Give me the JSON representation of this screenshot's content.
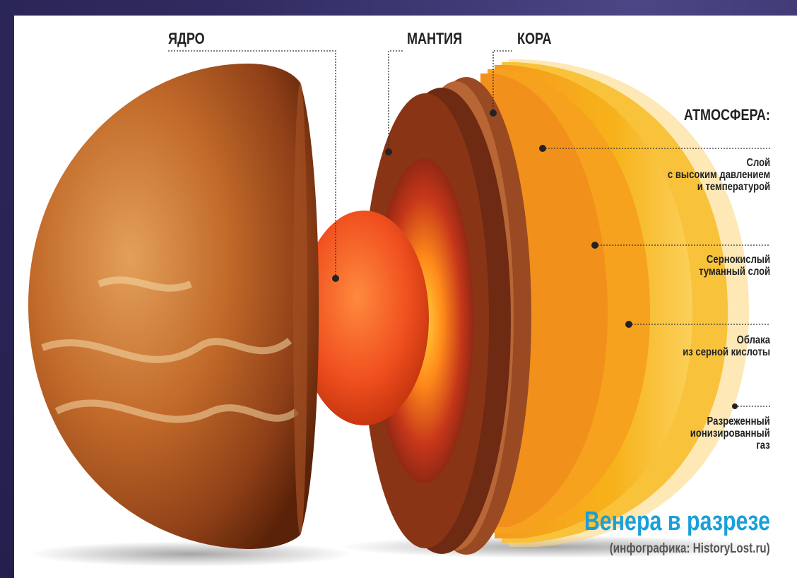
{
  "labels": {
    "core": "ЯДРО",
    "mantle": "МАНТИЯ",
    "crust": "КОРА",
    "atmosphere": "АТМОСФЕРА:"
  },
  "atmosphere_layers": [
    {
      "line1": "Слой",
      "line2": "с высоким давлением",
      "line3": "и температурой"
    },
    {
      "line1": "Сернокислый",
      "line2": "туманный слой"
    },
    {
      "line1": "Облака",
      "line2": "из серной кислоты"
    },
    {
      "line1": "Разреженный",
      "line2": "ионизированный",
      "line3": "газ"
    }
  ],
  "title": "Венера в разрезе",
  "credit": "(инфографика: HistoryLost.ru)",
  "colors": {
    "title_blue": "#1a9fd8",
    "slide_background": "#2a2450",
    "planet_surface": "#c9702e",
    "core_red": "#f0501f",
    "atmosphere_yellow": "#f7b21a"
  }
}
